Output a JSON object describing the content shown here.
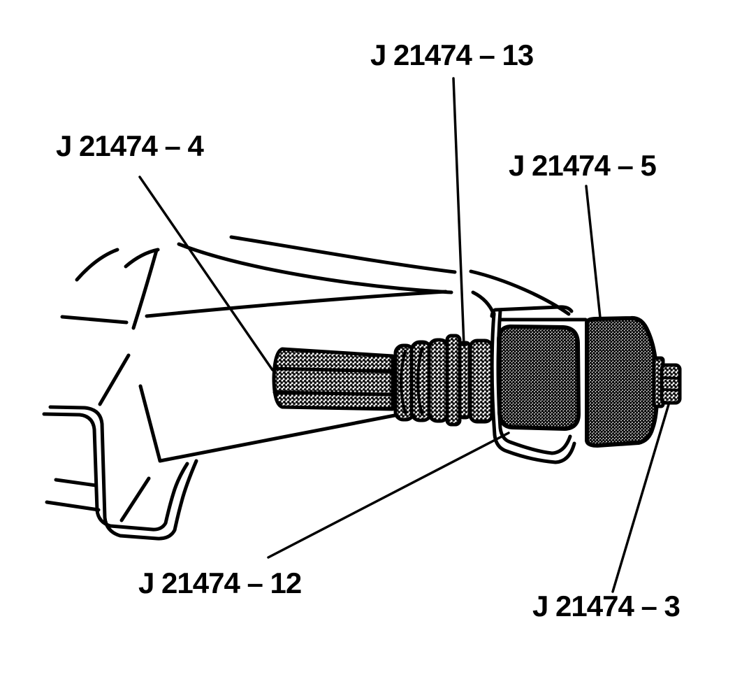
{
  "page": {
    "background_color": "#ffffff",
    "ink_color": "#000000"
  },
  "diagram": {
    "type": "technical-line-illustration",
    "labels": [
      {
        "id": "j21474-13",
        "text": "J 21474 – 13"
      },
      {
        "id": "j21474-4",
        "text": "J 21474 – 4"
      },
      {
        "id": "j21474-5",
        "text": "J 21474 – 5"
      },
      {
        "id": "j21474-12",
        "text": "J 21474 – 12"
      },
      {
        "id": "j21474-3",
        "text": "J 21474 – 3"
      }
    ]
  }
}
